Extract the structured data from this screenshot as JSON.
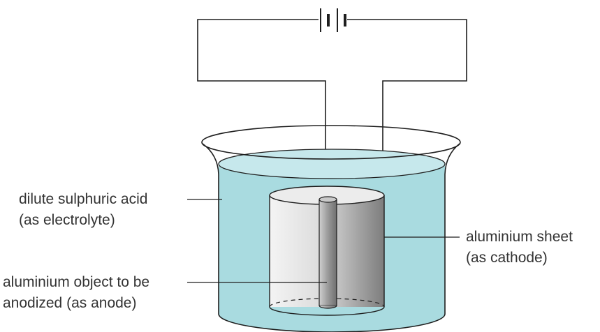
{
  "diagram": {
    "labels": {
      "acid": {
        "line1": "dilute sulphuric acid",
        "line2": "(as electrolyte)"
      },
      "anode": {
        "line1": "aluminium object to be",
        "line2": "anodized (as anode)"
      },
      "cathode": {
        "line1": "aluminium sheet",
        "line2": "(as cathode)"
      }
    },
    "colors": {
      "electrolyte": "#a9dbe0",
      "electrolyte_surface": "#c6e8ec",
      "cathode_light": "#f2f2f2",
      "cathode_dark": "#8c8c8c",
      "anode_rod": "#9a9a9a",
      "line": "#1e1e1e"
    },
    "components": [
      "battery",
      "beaker",
      "electrolyte",
      "aluminium-sheet-cylinder",
      "aluminium-rod"
    ]
  }
}
